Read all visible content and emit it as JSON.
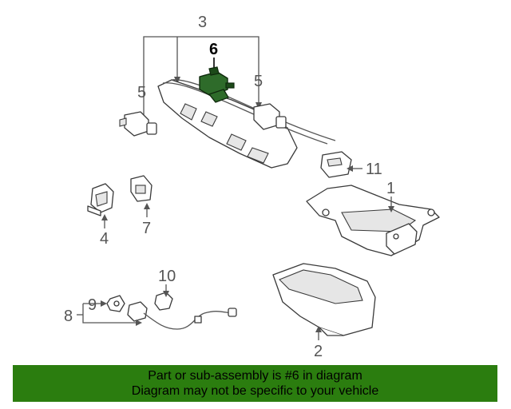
{
  "callouts": {
    "c1": "1",
    "c2": "2",
    "c3": "3",
    "c4": "4",
    "c5a": "5",
    "c5b": "5",
    "c6": "6",
    "c7": "7",
    "c8": "8",
    "c9": "9",
    "c10": "10",
    "c11": "11"
  },
  "highlight": {
    "part_number": "6",
    "color": "#2e6b2a"
  },
  "banner": {
    "line1": "Part or sub-assembly is #6 in diagram",
    "line2": "Diagram may not be specific to your vehicle",
    "color": "#2b7d0f"
  }
}
